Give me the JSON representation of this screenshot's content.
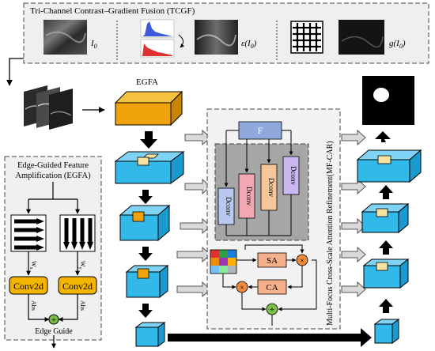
{
  "tcgf": {
    "title": "Tri-Channel Contrast–Gradient Fusion (TCGF)",
    "label_i0": "I",
    "label_i0_sub": "0",
    "label_eps": "ε(I",
    "label_eps_sub": "0",
    "label_eps_end": ")",
    "label_g": "g(I",
    "label_g_sub": "0",
    "label_g_end": ")"
  },
  "egfa_box": {
    "title_line1": "Edge-Guided Feature",
    "title_line2": "Amplification (EGFA)",
    "wx": "W",
    "wx_sub": "x",
    "wy": "W",
    "wy_sub": "y",
    "conv_left": "Conv2d",
    "conv_right": "Conv2d",
    "abs_left": "Abs",
    "abs_right": "Abs",
    "edge_guide": "Edge Guide",
    "plus": "+"
  },
  "encoder": {
    "egfa_label": "EGFA"
  },
  "mfcar": {
    "side_title": "Multi-Focus Cross-Scale Attention Refinement(MF-CAR)",
    "f_label": "F",
    "deconv_labels": [
      "Dconv",
      "Dconv",
      "Dconv",
      "Dconv"
    ],
    "sa_label": "SA",
    "ca_label": "CA",
    "times": "×",
    "plus": "+"
  },
  "colors": {
    "cube_blue": "#33b8ea",
    "cube_blue_top": "#7fd4f5",
    "egfa_orange": "#f0a30a",
    "inner_square": "#f7e3a1",
    "f_blue": "#8fa9dc",
    "deconv_blue": "#b9c8ef",
    "deconv_pink": "#f2a7b2",
    "deconv_peach": "#f7c79a",
    "deconv_lavender": "#c9b8ef",
    "sa_ca_fill": "#f5b18c",
    "op_orange": "#f08a3c",
    "plus_green": "#7cbf45",
    "conv_gold": "#f4b400"
  }
}
